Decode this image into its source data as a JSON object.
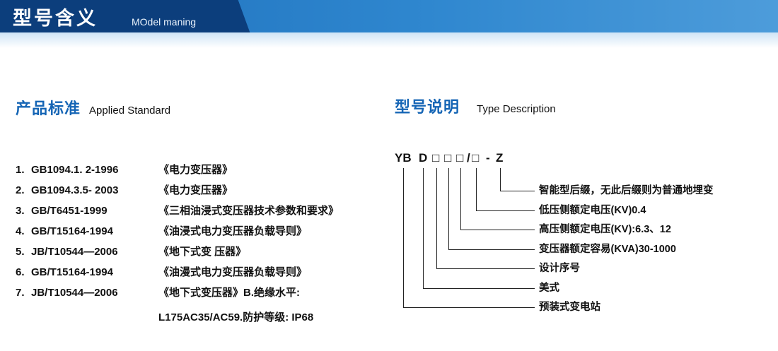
{
  "header": {
    "title": "型号含义",
    "subtitle": "MOdel maning"
  },
  "sections": {
    "left": {
      "heading": "产品标准",
      "heading_en": "Applied Standard",
      "items": [
        {
          "num": "1.",
          "code": "GB1094.1. 2-1996",
          "title": "《电力变压器》"
        },
        {
          "num": "2.",
          "code": "GB1094.3.5- 2003",
          "title": "《电力变压器》"
        },
        {
          "num": "3.",
          "code": "GB/T6451-1999",
          "title": "《三相油浸式变压器技术参数和要求》"
        },
        {
          "num": "4.",
          "code": "GB/T15164-1994",
          "title": "《油浸式电力变压器负载导则》"
        },
        {
          "num": "5.",
          "code": "JB/T10544—2006",
          "title": "《地下式变 压器》"
        },
        {
          "num": "6.",
          "code": "GB/T15164-1994",
          "title": "《油漫式电力变压器负载导则》"
        },
        {
          "num": "7.",
          "code": "JB/T10544—2006",
          "title": "《地下式变压器》B.绝缘水平:"
        }
      ],
      "continuation": "L175AC35/AC59.防护等级: IP68"
    },
    "right": {
      "heading": "型号说明",
      "heading_en": "Type Description",
      "code": {
        "yb": "YB",
        "d": "D",
        "sq": "□",
        "slash": "/",
        "dash": "-",
        "z": "Z"
      },
      "labels": [
        "智能型后缀，无此后缀则为普通地埋变",
        "低压侧额定电压(KV)0.4",
        "高压侧额定电压(KV):6.3、12",
        "变压器额定容易(KVA)30-1000",
        "设计序号",
        "美式",
        "预装式变电站"
      ]
    }
  }
}
